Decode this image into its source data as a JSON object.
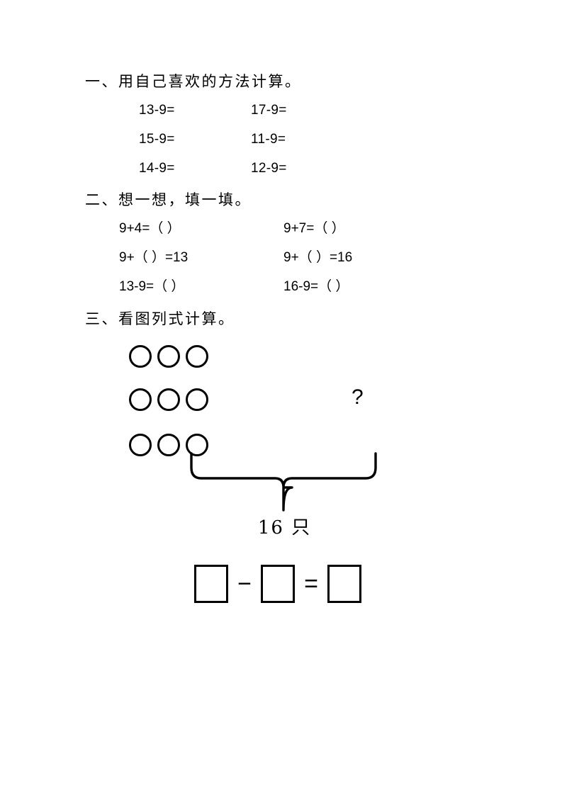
{
  "document": {
    "type": "math-worksheet",
    "language": "zh-CN",
    "background_color": "#ffffff",
    "ink_color": "#000000"
  },
  "sections": {
    "one": {
      "heading": "一、用自己喜欢的方法计算。",
      "rows": [
        {
          "col1": "13-9=",
          "col2": "17-9="
        },
        {
          "col1": "15-9=",
          "col2": "11-9="
        },
        {
          "col1": "14-9=",
          "col2": "12-9="
        }
      ]
    },
    "two": {
      "heading": "二、想一想，填一填。",
      "rows": [
        {
          "col1": "9+4=（  ）",
          "col2": "9+7=（    ）"
        },
        {
          "col1": "9+（    ）=13",
          "col2": "9+（    ）=16"
        },
        {
          "col1": "13-9=（     ）",
          "col2": "16-9=（     ）"
        }
      ]
    },
    "three": {
      "heading": "三、看图列式计算。",
      "picture": {
        "circle_rows": [
          3,
          3,
          3
        ],
        "total_circles": 9,
        "unknown_marker": "?",
        "brace_label_number": "16",
        "brace_label_unit": "只",
        "brace_label": "16 只"
      },
      "equation": {
        "box1": "",
        "operator1": "−",
        "box2": "",
        "operator2": "=",
        "box3": ""
      }
    }
  }
}
